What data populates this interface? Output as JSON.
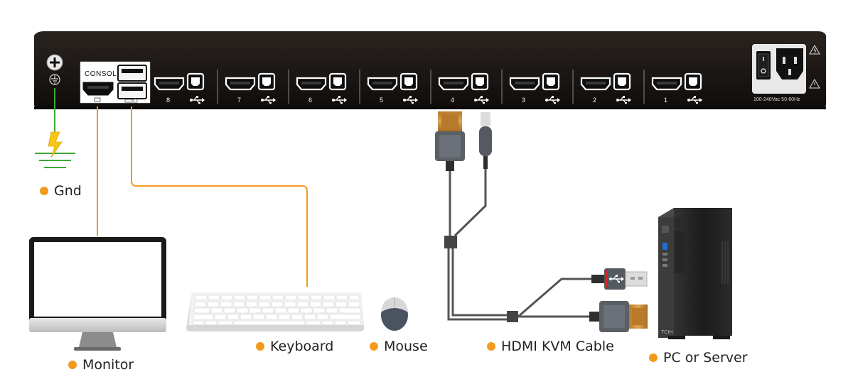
{
  "panel": {
    "console_label": "CONSOLE",
    "port_numbers": [
      "8",
      "7",
      "6",
      "5",
      "4",
      "3",
      "2",
      "1"
    ],
    "power_rating": "100-240Vac 50-60Hz"
  },
  "labels": {
    "gnd": "Gnd",
    "monitor": "Monitor",
    "keyboard": "Keyboard",
    "mouse": "Mouse",
    "cable": "HDMI KVM Cable",
    "pc": "PC or Server"
  },
  "pc_brand": "TCIH",
  "icons": [
    "ground-screw-icon",
    "ground-symbol-icon",
    "hdmi-port-icon",
    "usb-b-port-icon",
    "usb-symbol-icon",
    "power-switch-icon",
    "power-inlet-icon",
    "warning-icon",
    "lightning-ground-icon"
  ],
  "colors": {
    "accent_orange": "#f39a1e",
    "ground_green": "#3aa935",
    "panel_black": "#17120f",
    "cable_gray": "#555555"
  }
}
